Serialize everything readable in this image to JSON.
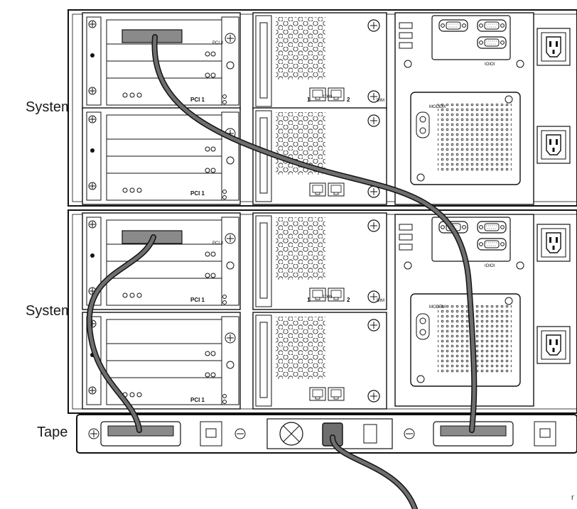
{
  "labels": {
    "system_top": "System",
    "system_bottom": "System",
    "tape": "Tape",
    "corner_mark": "r"
  },
  "port_labels": {
    "pci_3": "PCI 3",
    "pci_1": "PCI 1",
    "link_1": "1",
    "link_2": "2",
    "modem": "MODEM",
    "ioioi": "IOIOI",
    "dim": "DIM",
    "speed": "1000"
  },
  "colors": {
    "cable": "#6e6e6e",
    "cable_outline": "#111111",
    "chassis_line": "#111111",
    "background": "#ffffff"
  }
}
